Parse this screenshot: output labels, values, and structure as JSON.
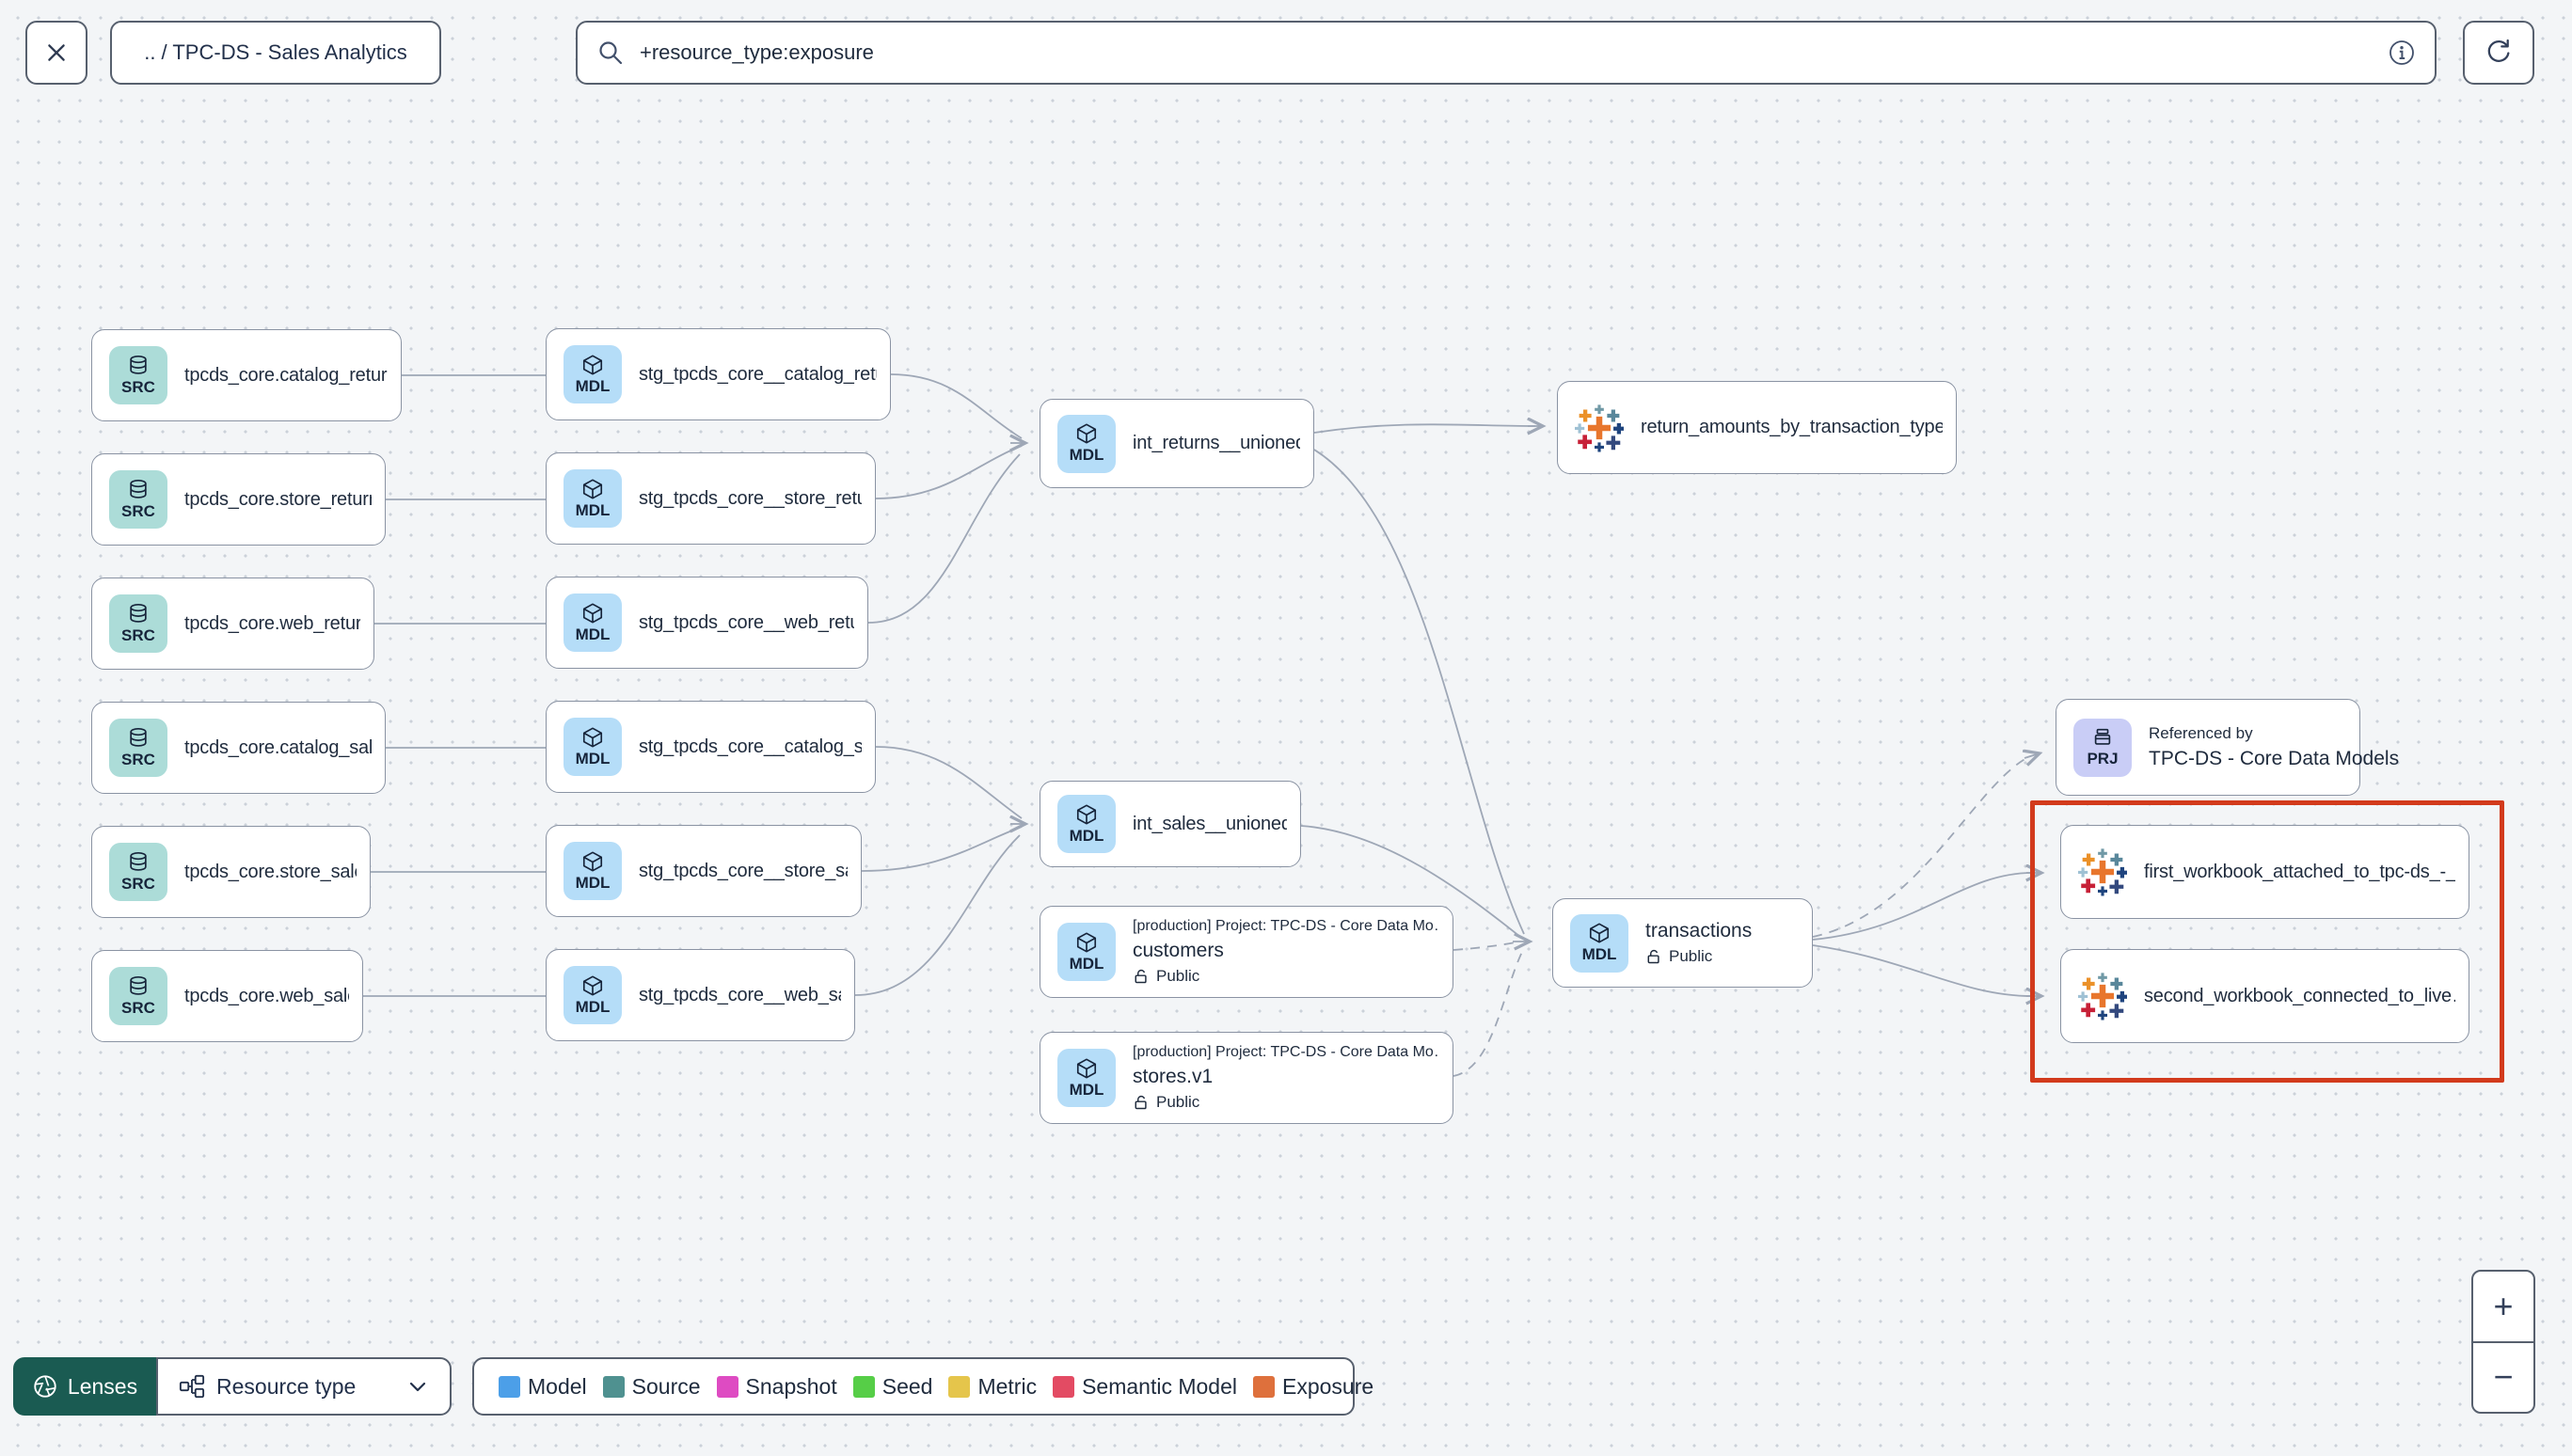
{
  "header": {
    "breadcrumb": ".. / TPC-DS - Sales Analytics",
    "search": {
      "value": "+resource_type:exposure"
    }
  },
  "badges": {
    "source": "SRC",
    "model": "MDL",
    "project": "PRJ"
  },
  "graph": {
    "sources": [
      {
        "label": "tpcds_core.catalog_returns"
      },
      {
        "label": "tpcds_core.store_returns"
      },
      {
        "label": "tpcds_core.web_returns"
      },
      {
        "label": "tpcds_core.catalog_sales"
      },
      {
        "label": "tpcds_core.store_sales"
      },
      {
        "label": "tpcds_core.web_sales"
      }
    ],
    "staging": [
      {
        "label": "stg_tpcds_core__catalog_returns"
      },
      {
        "label": "stg_tpcds_core__store_returns"
      },
      {
        "label": "stg_tpcds_core__web_returns"
      },
      {
        "label": "stg_tpcds_core__catalog_sales"
      },
      {
        "label": "stg_tpcds_core__store_sales"
      },
      {
        "label": "stg_tpcds_core__web_sales"
      }
    ],
    "intermediate": [
      {
        "label": "int_returns__unioned"
      },
      {
        "label": "int_sales__unioned"
      }
    ],
    "public_models": [
      {
        "project": "[production] Project: TPC-DS - Core Data Mo…",
        "label": "customers",
        "access": "Public"
      },
      {
        "project": "[production] Project: TPC-DS - Core Data Mo…",
        "label": "stores.v1",
        "access": "Public"
      }
    ],
    "transactions": {
      "label": "transactions",
      "access": "Public"
    },
    "referenced_by": {
      "title": "Referenced by",
      "label": "TPC-DS - Core Data Models"
    },
    "exposures": [
      {
        "label": "return_amounts_by_transaction_type"
      },
      {
        "label": "first_workbook_attached_to_tpc-ds_-_…"
      },
      {
        "label": "second_workbook_connected_to_live…"
      }
    ]
  },
  "footer": {
    "lenses_label": "Lenses",
    "resource_type_label": "Resource type",
    "legend": [
      {
        "label": "Model",
        "color": "#4C9FE8"
      },
      {
        "label": "Source",
        "color": "#4F9190"
      },
      {
        "label": "Snapshot",
        "color": "#DE4BC2"
      },
      {
        "label": "Seed",
        "color": "#56CE47"
      },
      {
        "label": "Metric",
        "color": "#E5C54B"
      },
      {
        "label": "Semantic Model",
        "color": "#E34B63"
      },
      {
        "label": "Exposure",
        "color": "#DE703C"
      }
    ]
  },
  "zoom_controls": {
    "zoom_in": "+",
    "zoom_out": "−"
  },
  "colors": {
    "highlight_box": "#D23A1C",
    "lenses_bg": "#1A5B52",
    "source_badge_bg": "#ACDCD8",
    "model_badge_bg": "#B5DDF8",
    "project_badge_bg": "#C9CDF6",
    "edge": "#9EA7B6",
    "node_border": "#8A93A3",
    "background": "#F3F5F7"
  }
}
